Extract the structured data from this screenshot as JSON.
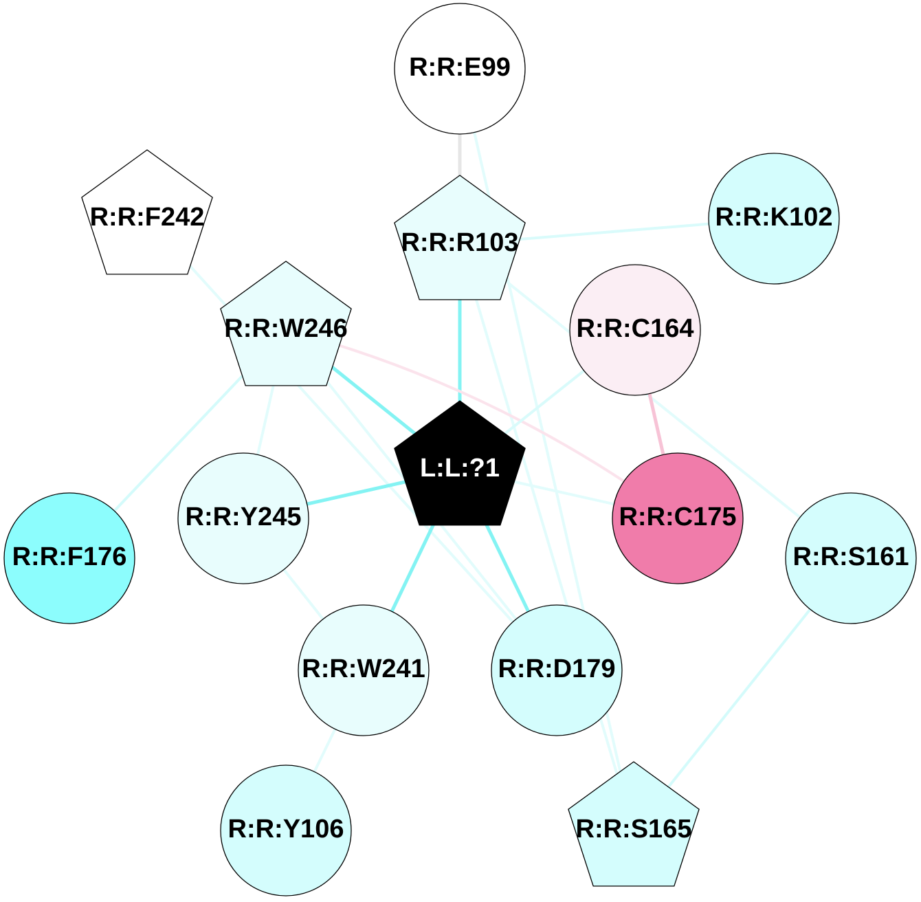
{
  "nodes": [
    {
      "id": "E99",
      "label": "R:R:E99",
      "shape": "circle",
      "fill": "#ffffff",
      "text_color": "#000000"
    },
    {
      "id": "F242",
      "label": "R:R:F242",
      "shape": "pentagon",
      "fill": "#ffffff",
      "text_color": "#000000"
    },
    {
      "id": "R103",
      "label": "R:R:R103",
      "shape": "pentagon",
      "fill": "#e8fdfd",
      "text_color": "#000000"
    },
    {
      "id": "K102",
      "label": "R:R:K102",
      "shape": "circle",
      "fill": "#d4fdfd",
      "text_color": "#000000"
    },
    {
      "id": "W246",
      "label": "R:R:W246",
      "shape": "pentagon",
      "fill": "#e8fdfd",
      "text_color": "#000000"
    },
    {
      "id": "C164",
      "label": "R:R:C164",
      "shape": "circle",
      "fill": "#fbeef4",
      "text_color": "#000000"
    },
    {
      "id": "L1",
      "label": "L:L:?1",
      "shape": "pentagon",
      "fill": "#000000",
      "text_color": "#ffffff"
    },
    {
      "id": "Y245",
      "label": "R:R:Y245",
      "shape": "circle",
      "fill": "#e8fdfd",
      "text_color": "#000000"
    },
    {
      "id": "C175",
      "label": "R:R:C175",
      "shape": "circle",
      "fill": "#f07caa",
      "text_color": "#000000"
    },
    {
      "id": "F176",
      "label": "R:R:F176",
      "shape": "circle",
      "fill": "#8cfdfd",
      "text_color": "#000000"
    },
    {
      "id": "S161",
      "label": "R:R:S161",
      "shape": "circle",
      "fill": "#d4fdfd",
      "text_color": "#000000"
    },
    {
      "id": "W241",
      "label": "R:R:W241",
      "shape": "circle",
      "fill": "#e8fdfd",
      "text_color": "#000000"
    },
    {
      "id": "D179",
      "label": "R:R:D179",
      "shape": "circle",
      "fill": "#d4fdfd",
      "text_color": "#000000"
    },
    {
      "id": "Y106",
      "label": "R:R:Y106",
      "shape": "circle",
      "fill": "#d4fdfd",
      "text_color": "#000000"
    },
    {
      "id": "S165",
      "label": "R:R:S165",
      "shape": "pentagon",
      "fill": "#d4fdfd",
      "text_color": "#000000"
    }
  ],
  "edges": [
    {
      "from": "E99",
      "to": "R103",
      "color": "#e6e6e6"
    },
    {
      "from": "E99",
      "to": "S165",
      "color": "#e2fcfc"
    },
    {
      "from": "R103",
      "to": "K102",
      "color": "#d9fbfb"
    },
    {
      "from": "R103",
      "to": "L1",
      "color": "#84f3f3"
    },
    {
      "from": "R103",
      "to": "S161",
      "color": "#e2fcfc"
    },
    {
      "from": "R103",
      "to": "S165",
      "color": "#e2fcfc"
    },
    {
      "from": "F242",
      "to": "D179",
      "color": "#e2fcfc"
    },
    {
      "from": "W246",
      "to": "L1",
      "color": "#84f3f3"
    },
    {
      "from": "W246",
      "to": "C175",
      "color": "#fbe3ec"
    },
    {
      "from": "W246",
      "to": "F176",
      "color": "#d4fbfb"
    },
    {
      "from": "W246",
      "to": "Y245",
      "color": "#e2fcfc"
    },
    {
      "from": "W246",
      "to": "D179",
      "color": "#e2fcfc"
    },
    {
      "from": "C164",
      "to": "C175",
      "color": "#f7c3d6"
    },
    {
      "from": "C164",
      "to": "L1",
      "color": "#d9fbfb"
    },
    {
      "from": "L1",
      "to": "Y245",
      "color": "#84f3f3"
    },
    {
      "from": "L1",
      "to": "W241",
      "color": "#84f3f3"
    },
    {
      "from": "L1",
      "to": "D179",
      "color": "#84f3f3"
    },
    {
      "from": "L1",
      "to": "C175",
      "color": "#e2fcfc"
    },
    {
      "from": "Y245",
      "to": "W241",
      "color": "#e2fcfc"
    },
    {
      "from": "W241",
      "to": "Y106",
      "color": "#e2fcfc"
    },
    {
      "from": "S161",
      "to": "S165",
      "color": "#d4fbfb"
    }
  ]
}
